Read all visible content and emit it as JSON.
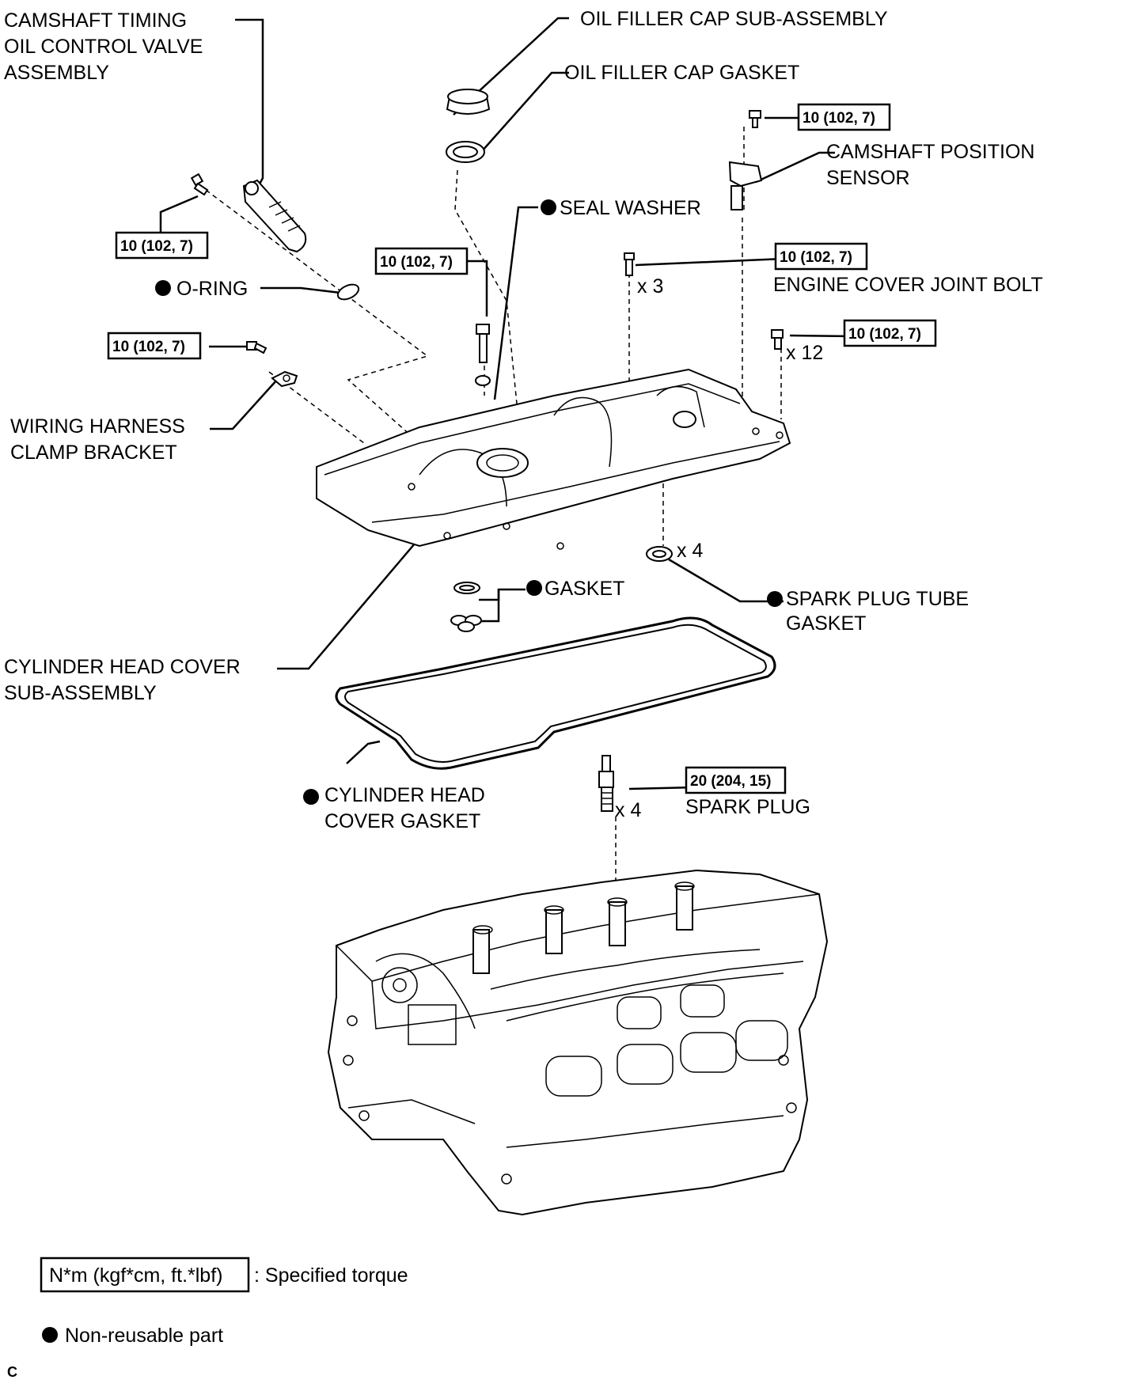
{
  "labels": {
    "ocv": [
      "CAMSHAFT TIMING",
      "OIL CONTROL VALVE",
      "ASSEMBLY"
    ],
    "oil_cap": "OIL FILLER CAP SUB-ASSEMBLY",
    "oil_cap_gasket": "OIL FILLER CAP GASKET",
    "cam_sensor": [
      "CAMSHAFT POSITION",
      "SENSOR"
    ],
    "seal_washer": "SEAL WASHER",
    "o_ring": "O-RING",
    "engine_cover_bolt": "ENGINE COVER JOINT BOLT",
    "harness_bracket": [
      "WIRING HARNESS",
      "CLAMP BRACKET"
    ],
    "gasket": "GASKET",
    "spark_tube_gasket": [
      "SPARK PLUG TUBE",
      "GASKET"
    ],
    "head_cover": [
      "CYLINDER HEAD COVER",
      "SUB-ASSEMBLY"
    ],
    "head_cover_gasket": [
      "CYLINDER HEAD",
      "COVER GASKET"
    ],
    "spark_plug": "SPARK PLUG"
  },
  "torques": {
    "ocv_bolt": "10 (102, 7)",
    "seal_bolt": "10 (102, 7)",
    "bracket_bolt": "10 (102, 7)",
    "sensor_bolt": "10 (102, 7)",
    "joint_bolt": "10 (102, 7)",
    "cover_bolts": "10 (102, 7)",
    "spark_plug": "20 (204, 15)"
  },
  "quantities": {
    "joint_bolt": "x 3",
    "cover_bolts": "x 12",
    "spark_tube_gasket": "x 4",
    "spark_plug": "x 4"
  },
  "legend": {
    "torque_box": "N*m (kgf*cm, ft.*lbf)",
    "torque_text": ": Specified torque",
    "nonreusable_text": "Non-reusable part"
  },
  "corner_code": "C"
}
